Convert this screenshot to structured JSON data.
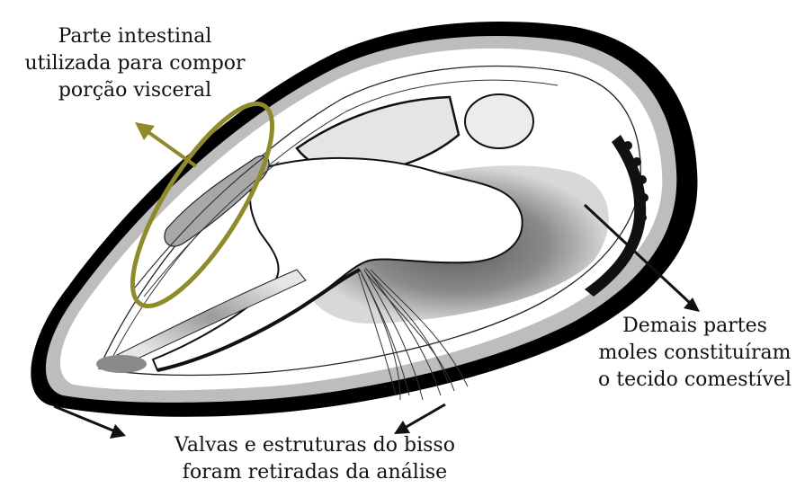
{
  "labels": {
    "intestinal": [
      "Parte intestinal",
      "utilizada para compor",
      "porção visceral"
    ],
    "demais": [
      "Demais partes",
      "moles constituíram",
      "o tecido comestível"
    ],
    "valvas": [
      "Valvas e estruturas do bisso",
      "foram retiradas da análise"
    ]
  },
  "colors": {
    "shell_outline": "#000000",
    "highlight_ellipse": "#8f8a2a",
    "arrow_highlight": "#8f8a2a",
    "arrow_dark": "#111111",
    "tissue_gray": "#8c8c8c",
    "tissue_light": "#d9d9d9"
  },
  "icons": {
    "mussel": "mussel-cross-section-illustration"
  }
}
